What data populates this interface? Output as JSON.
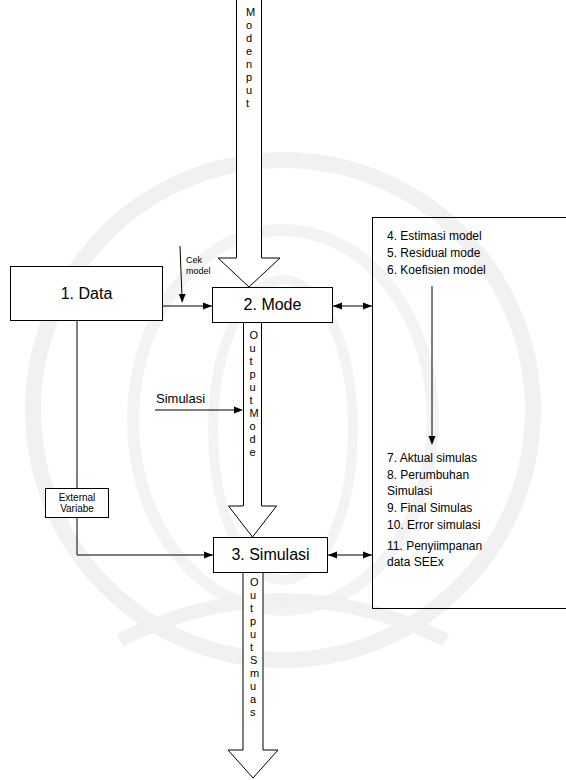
{
  "diagram": {
    "nodes": [
      {
        "text": [
          "1. Data"
        ]
      },
      {
        "text": [
          "2. Mode"
        ]
      },
      {
        "text": [
          "3. Simulasi"
        ]
      },
      {
        "text": [
          "4. Estimasi model",
          "5. Residual mode",
          "6. Koefisien model",
          "7. Aktual simulas",
          "8. Perumbuhan Simulasi",
          "9. Final Simulas",
          "10. Error simulasi",
          "11. Penyiimpanan data SEEx"
        ]
      },
      {
        "text": [
          "External Variabe"
        ]
      },
      {
        "text": [
          "Mode nput"
        ]
      },
      {
        "text": [
          "Output Mode"
        ]
      },
      {
        "text": [
          "Output Smuas"
        ]
      }
    ],
    "edges": [
      {
        "from": 0,
        "to": 1,
        "arrow": "to"
      },
      {
        "from": 1,
        "to": 3,
        "arrow": "both"
      },
      {
        "from": 5,
        "to": 1,
        "arrow": "to"
      },
      {
        "from": 6,
        "to": 2,
        "arrow": "to"
      },
      {
        "from": 0,
        "to": 4,
        "arrow": "none"
      },
      {
        "from": 4,
        "to": 2,
        "arrow": "to"
      },
      {
        "from": 2,
        "to": 3,
        "arrow": "both"
      }
    ],
    "labels": [
      "Cek model",
      "Simulasi"
    ]
  }
}
